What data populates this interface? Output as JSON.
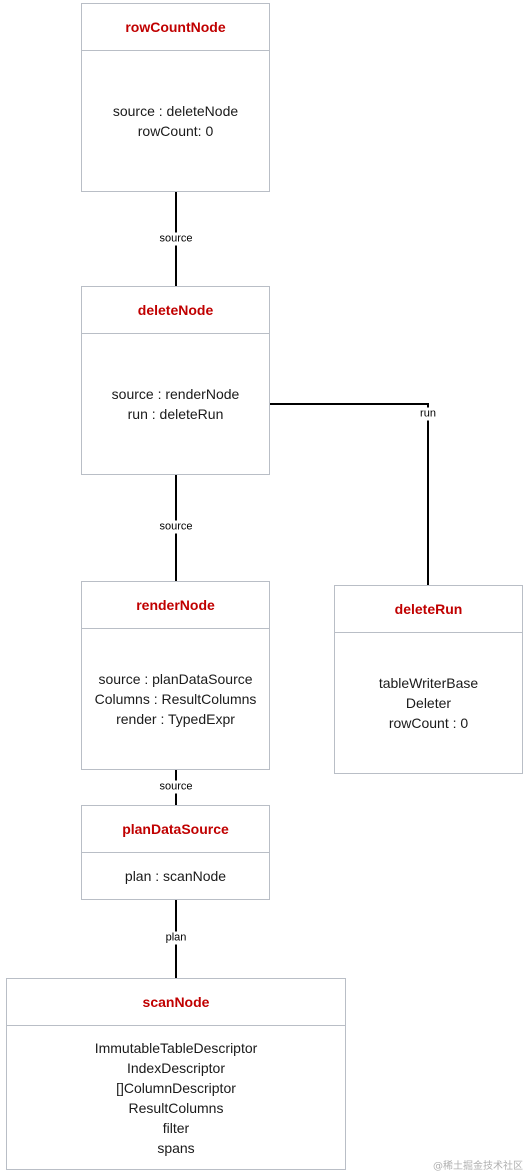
{
  "nodes": {
    "rowCountNode": {
      "title": "rowCountNode",
      "fields": [
        "source : deleteNode",
        "rowCount: 0"
      ]
    },
    "deleteNode": {
      "title": "deleteNode",
      "fields": [
        "source : renderNode",
        "run : deleteRun"
      ]
    },
    "renderNode": {
      "title": "renderNode",
      "fields": [
        "source : planDataSource",
        "Columns : ResultColumns",
        "render : TypedExpr"
      ]
    },
    "planDataSource": {
      "title": "planDataSource",
      "fields": [
        "plan : scanNode"
      ]
    },
    "scanNode": {
      "title": "scanNode",
      "fields": [
        "ImmutableTableDescriptor",
        "IndexDescriptor",
        "[]ColumnDescriptor",
        "ResultColumns",
        "filter",
        "spans"
      ]
    },
    "deleteRun": {
      "title": "deleteRun",
      "fields": [
        "tableWriterBase",
        "Deleter",
        "rowCount : 0"
      ]
    }
  },
  "edges": [
    {
      "from": "rowCountNode",
      "to": "deleteNode",
      "label": "source"
    },
    {
      "from": "deleteNode",
      "to": "renderNode",
      "label": "source"
    },
    {
      "from": "renderNode",
      "to": "planDataSource",
      "label": "source"
    },
    {
      "from": "planDataSource",
      "to": "scanNode",
      "label": "plan"
    },
    {
      "from": "deleteNode",
      "to": "deleteRun",
      "label": "run"
    }
  ],
  "watermark": "@稀土掘金技术社区",
  "colors": {
    "title": "#c00000",
    "border": "#b9bec6",
    "edge": "#000000"
  }
}
